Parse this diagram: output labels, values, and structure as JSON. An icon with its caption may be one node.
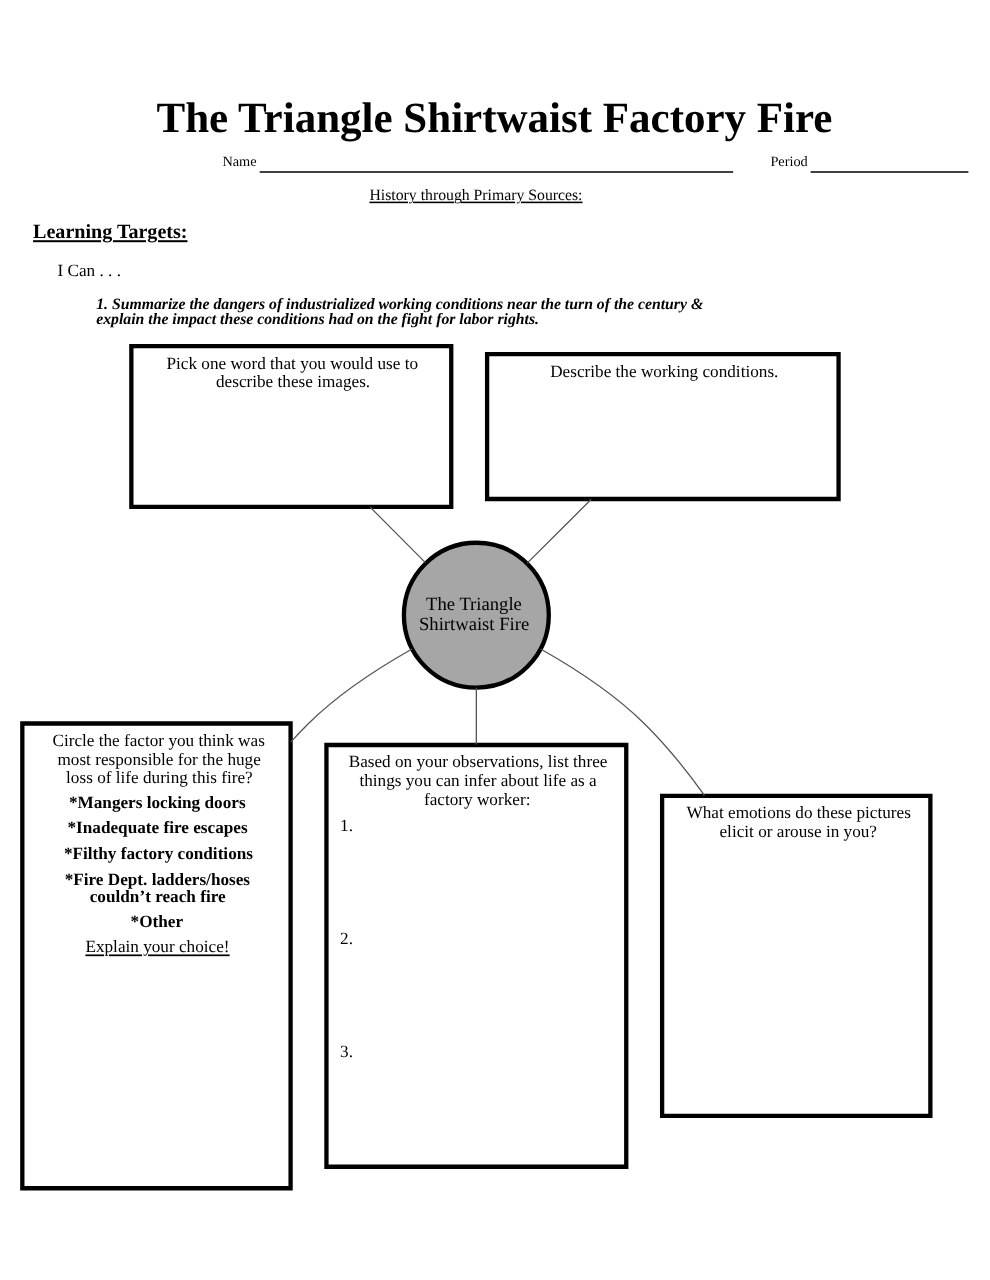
{
  "diagram": {
    "title": "The Triangle Shirtwaist Factory Fire",
    "nodes": [
      {
        "text": [
          "Pick one word that you would use to describe these images."
        ]
      },
      {
        "text": [
          "Describe the working conditions."
        ]
      },
      {
        "text": [
          "Circle the factor you think was most responsible for the huge loss of life during this fire?",
          "*Mangers locking doors",
          "*Inadequate fire escapes",
          "*Filthy factory conditions",
          "*Fire Dept. ladders/hoses couldn’t reach fire",
          "*Other",
          "Explain your choice!"
        ]
      },
      {
        "text": [
          "The Triangle Shirtwaist Fire"
        ]
      },
      {
        "text": [
          "What emotions do these pictures elicit or arouse in you?"
        ]
      },
      {
        "text": [
          "Based on your observations, list three things you can infer about life as a factory worker:",
          "1.",
          "2.",
          "3."
        ]
      }
    ],
    "edges": [
      {
        "from": 0,
        "to": 3,
        "arrow": "none"
      },
      {
        "from": 1,
        "to": 3,
        "arrow": "none"
      },
      {
        "from": 3,
        "to": 2,
        "arrow": "none"
      },
      {
        "from": 3,
        "to": 5,
        "arrow": "none"
      },
      {
        "from": 3,
        "to": 4,
        "arrow": "none"
      }
    ],
    "labels": [
      "Name",
      "Period",
      "History through Primary Sources:",
      "Learning Targets:",
      "I Can . . .",
      "1. Summarize the dangers of industrialized working conditions near the turn of the century & explain the impact these conditions had on the fight for labor rights."
    ]
  }
}
